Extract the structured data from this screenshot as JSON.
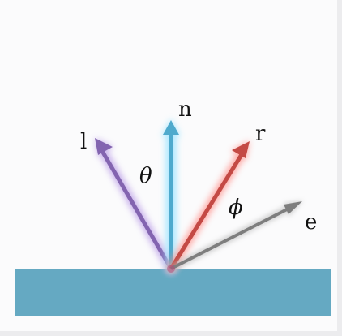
{
  "diagram": {
    "surface_color": "#65a9c2",
    "vectors": [
      {
        "id": "l",
        "label": "l",
        "color": "#8364b0",
        "glow": "#b89ae6"
      },
      {
        "id": "n",
        "label": "n",
        "color": "#4eaacd",
        "glow": "#9fe4ff"
      },
      {
        "id": "r",
        "label": "r",
        "color": "#c44a45",
        "glow": "#ff8e88"
      },
      {
        "id": "e",
        "label": "e",
        "color": "#7e7e7e",
        "glow": "#b8b8b8"
      }
    ],
    "angles": [
      {
        "id": "theta",
        "label": "θ"
      },
      {
        "id": "phi",
        "label": "ϕ"
      }
    ]
  }
}
